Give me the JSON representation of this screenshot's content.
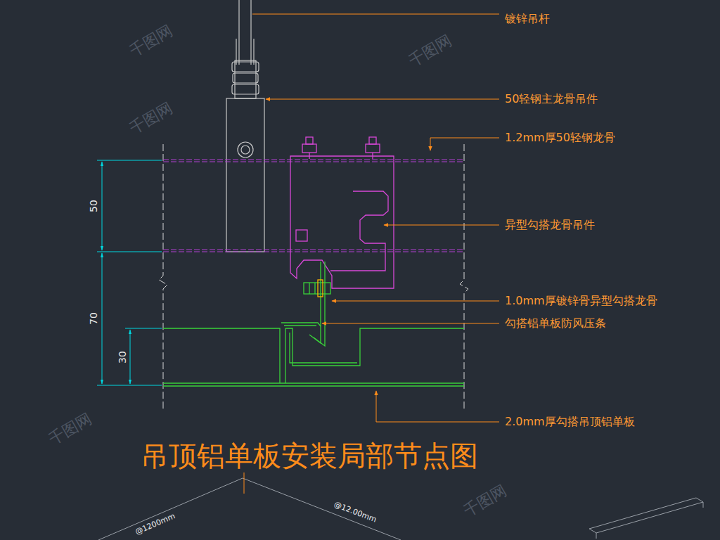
{
  "diagram": {
    "title": "吊顶铝单板安装局部节点图",
    "labels": [
      "镀锌吊杆",
      "50轻钢主龙骨吊件",
      "1.2mm厚50轻钢龙骨",
      "异型勾搭龙骨吊件",
      "1.0mm厚镀锌骨异型勾搭龙骨",
      "勾搭铝单板防风压条",
      "2.0mm厚勾搭吊顶铝单板",
      "50",
      "70",
      "30",
      "@1200mm",
      "@12.00mm",
      "千图网",
      "千图网",
      "千图网",
      "千图网",
      "千图网"
    ]
  }
}
